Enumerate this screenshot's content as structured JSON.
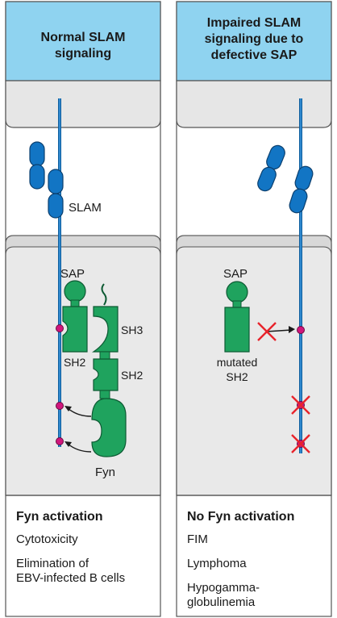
{
  "panels": [
    {
      "title_lines": [
        "Normal SLAM",
        "signaling"
      ],
      "labels": {
        "slam": "SLAM",
        "sap": "SAP",
        "sh2_sap": "SH2",
        "sh3": "SH3",
        "sh2_fyn": "SH2",
        "fyn": "Fyn"
      },
      "footer": {
        "heading": "Fyn activation",
        "items": [
          "Cytotoxicity",
          "Elimination of",
          "EBV-infected B cells"
        ]
      }
    },
    {
      "title_lines": [
        "Impaired SLAM",
        "signaling due to",
        "defective SAP"
      ],
      "labels": {
        "sap": "SAP",
        "mutated_line1": "mutated",
        "mutated_line2": "SH2"
      },
      "footer": {
        "heading": "No Fyn activation",
        "items": [
          "FIM",
          "Lymphoma",
          "Hypogamma-",
          "globulinemia"
        ]
      }
    }
  ],
  "colors": {
    "header_blue": "#8fd3f0",
    "membrane_gray": "#e6e6e6",
    "cytoplasm_gray": "#e9e9e9",
    "slam_blue": "#1275c4",
    "protein_green": "#1fa35e",
    "phospho_magenta": "#d0177c",
    "block_red": "#e8232b"
  }
}
